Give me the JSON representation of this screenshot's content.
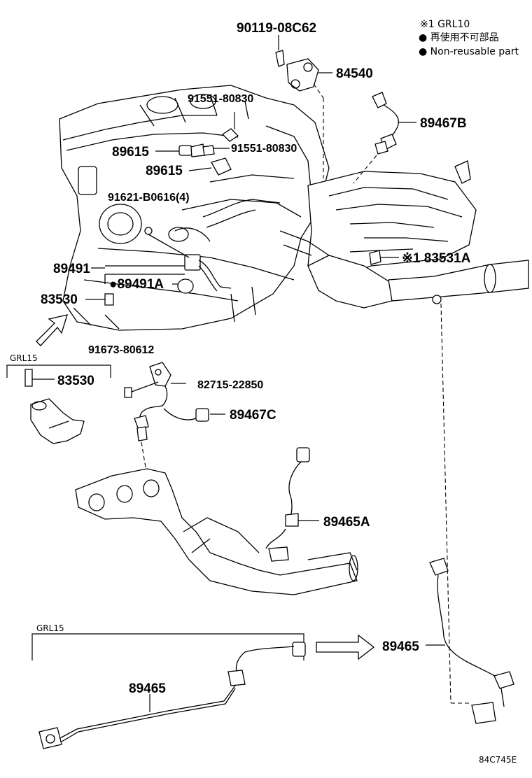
{
  "legend": {
    "mark_line": "※1  GRL10",
    "line1": "● 再使用不可部品",
    "line2": "● Non-reusable part"
  },
  "labels": {
    "p90119": "90119-08C62",
    "p84540": "84540",
    "p91551_top": "91551-80830",
    "p89467B": "89467B",
    "p89615_a": "89615",
    "p91551_mid": "91551-80830",
    "p89615_b": "89615",
    "p91621": "91621-B0616(4)",
    "p89491": "89491",
    "p89491A": "●89491A",
    "p83530_main": "83530",
    "p83531A": "※1 83531A",
    "grl15_top": "GRL15",
    "p83530_inset": "83530",
    "p91673": "91673-80612",
    "p82715": "82715-22850",
    "p89467C": "89467C",
    "p89465A": "89465A",
    "grl15_bottom": "GRL15",
    "p89465_left": "89465",
    "p89465_right": "89465",
    "figure_code": "84C745E"
  }
}
